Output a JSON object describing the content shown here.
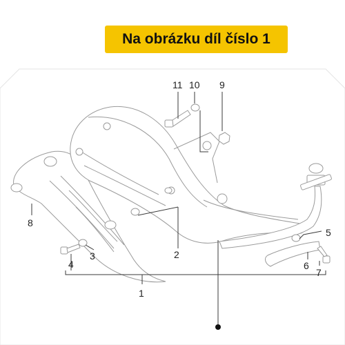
{
  "banner": {
    "text": "Na obrázku díl číslo 1",
    "color": "#f5c400"
  },
  "callouts": {
    "c1": "1",
    "c2": "2",
    "c3": "3",
    "c4": "4",
    "c5": "5",
    "c6": "6",
    "c7": "7",
    "c8": "8",
    "c9": "9",
    "c10": "10",
    "c11": "11"
  }
}
